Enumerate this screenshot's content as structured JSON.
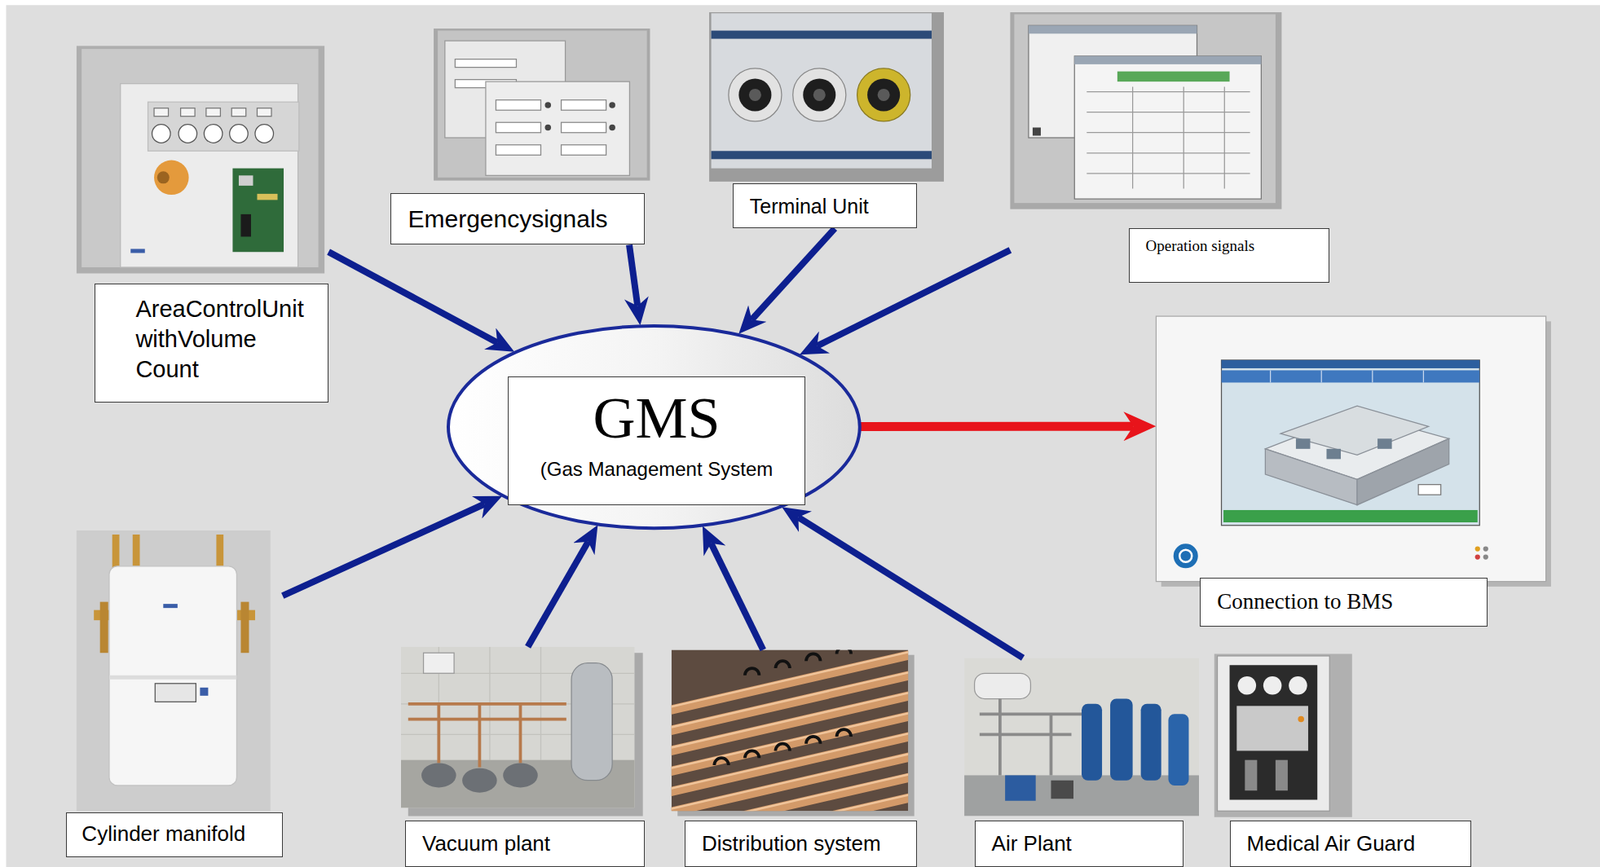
{
  "diagram": {
    "nodes": [
      {
        "text": [
          "AreaControlUnit withVolume Count"
        ]
      },
      {
        "text": [
          "Emergencysignals"
        ]
      },
      {
        "text": [
          "Terminal Unit"
        ]
      },
      {
        "text": [
          "Operation signals"
        ]
      },
      {
        "text": [
          "GMS",
          "(Gas Management System"
        ]
      },
      {
        "text": [
          "Connection to BMS"
        ]
      },
      {
        "text": [
          "Cylinder manifold"
        ]
      },
      {
        "text": [
          "Vacuum plant"
        ]
      },
      {
        "text": [
          "Distribution system"
        ]
      },
      {
        "text": [
          "Air Plant"
        ]
      },
      {
        "text": [
          "Medical Air Guard"
        ]
      }
    ],
    "edges": [
      {
        "from": 0,
        "to": 4,
        "arrow": "to"
      },
      {
        "from": 1,
        "to": 4,
        "arrow": "to"
      },
      {
        "from": 2,
        "to": 4,
        "arrow": "to"
      },
      {
        "from": 3,
        "to": 4,
        "arrow": "to"
      },
      {
        "from": 4,
        "to": 5,
        "arrow": "to"
      },
      {
        "from": 6,
        "to": 4,
        "arrow": "to"
      },
      {
        "from": 7,
        "to": 4,
        "arrow": "to"
      },
      {
        "from": 8,
        "to": 4,
        "arrow": "to"
      },
      {
        "from": 9,
        "to": 4,
        "arrow": "to"
      }
    ]
  }
}
